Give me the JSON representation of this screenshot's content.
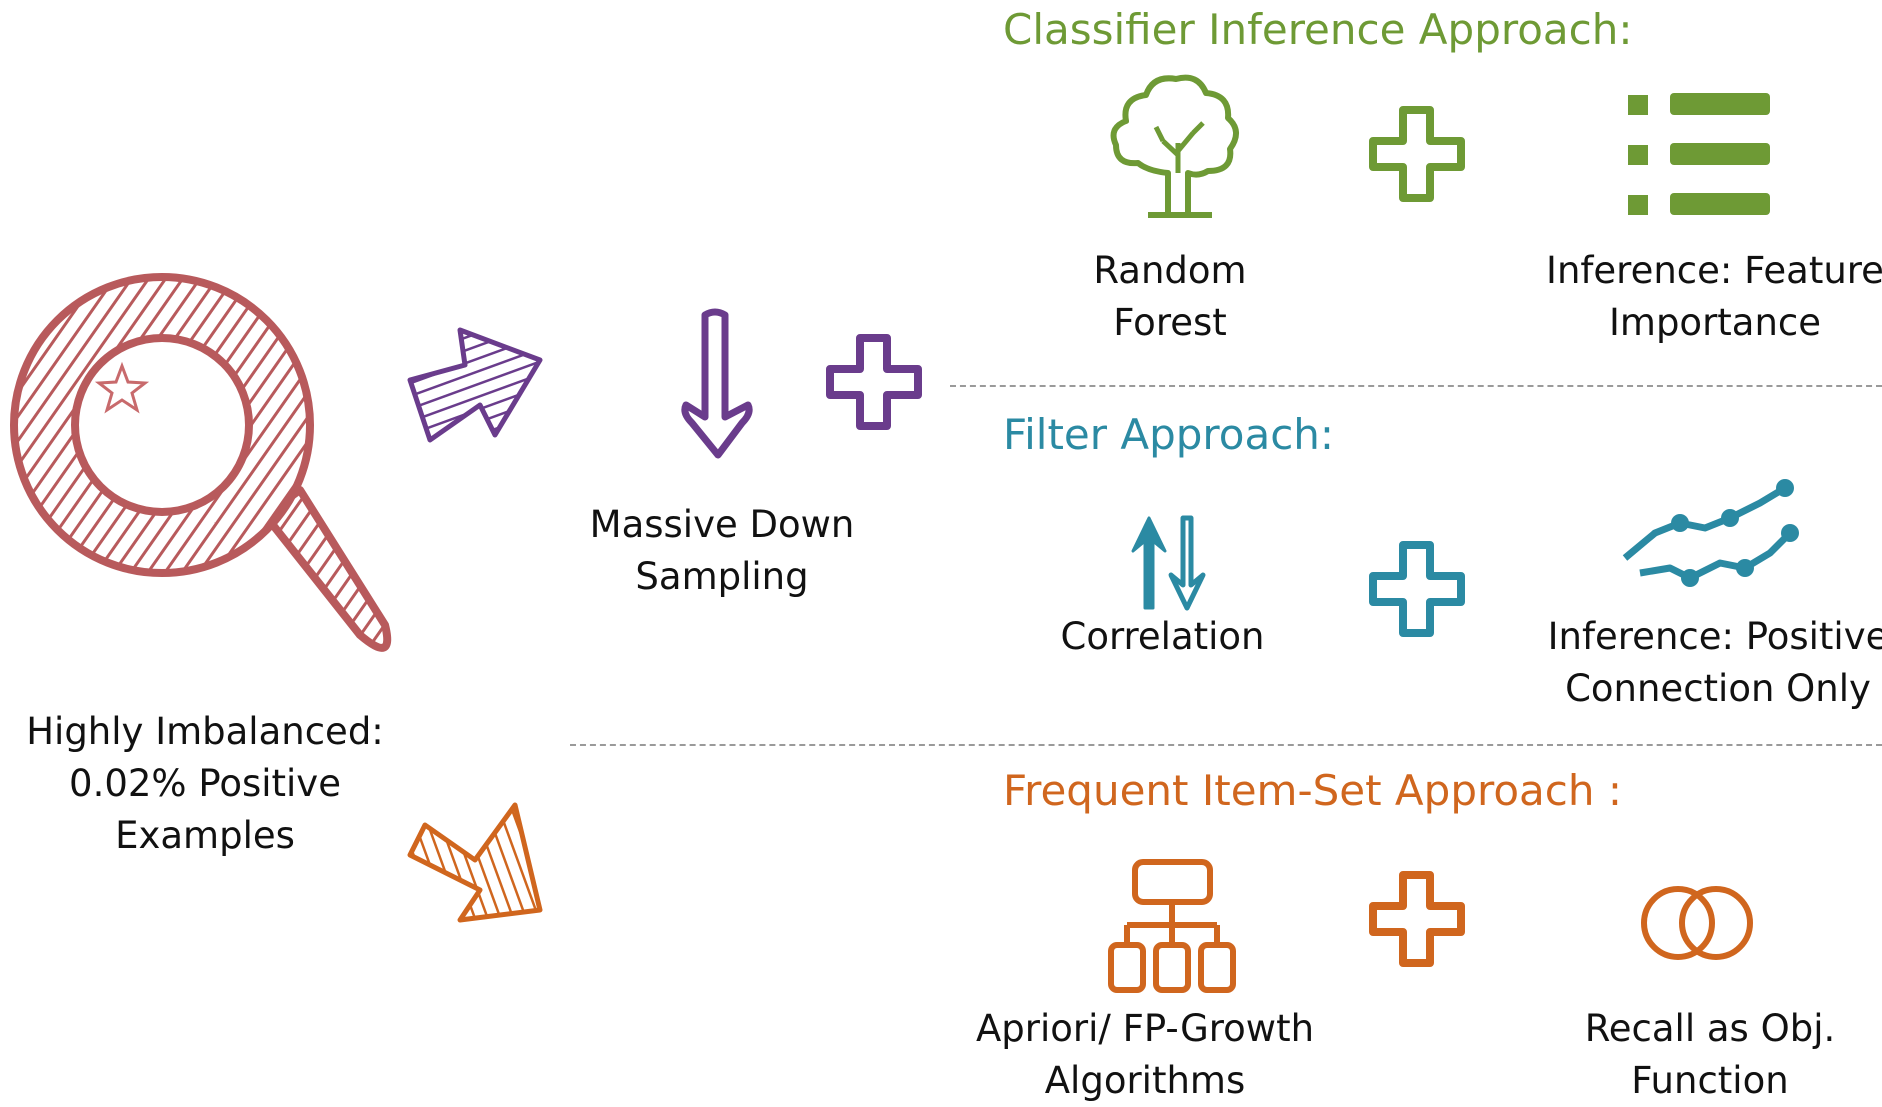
{
  "left": {
    "label_line1": "Highly Imbalanced:",
    "label_line2": "0.02% Positive Examples"
  },
  "middle": {
    "label_line1": "Massive Down",
    "label_line2": "Sampling"
  },
  "sections": [
    {
      "title": "Classifier Inference Approach:",
      "color": "#6e9a35",
      "item1_line1": "Random",
      "item1_line2": "Forest",
      "item2_line1": "Inference: Feature",
      "item2_line2": "Importance"
    },
    {
      "title": "Filter Approach:",
      "color": "#2b8aa3",
      "item1_line1": "Correlation",
      "item2_line1": "Inference: Positive",
      "item2_line2": "Connection Only"
    },
    {
      "title": "Frequent Item-Set Approach :",
      "color": "#d0661e",
      "item1_line1": "Apriori/ FP-Growth",
      "item1_line2": "Algorithms",
      "item2_line1": "Recall as Obj.",
      "item2_line2": "Function"
    }
  ],
  "colors": {
    "magnifier": "#b85a5c",
    "purple": "#6a3c8c",
    "green": "#6e9a35",
    "teal": "#2b8aa3",
    "orange": "#d0661e"
  }
}
